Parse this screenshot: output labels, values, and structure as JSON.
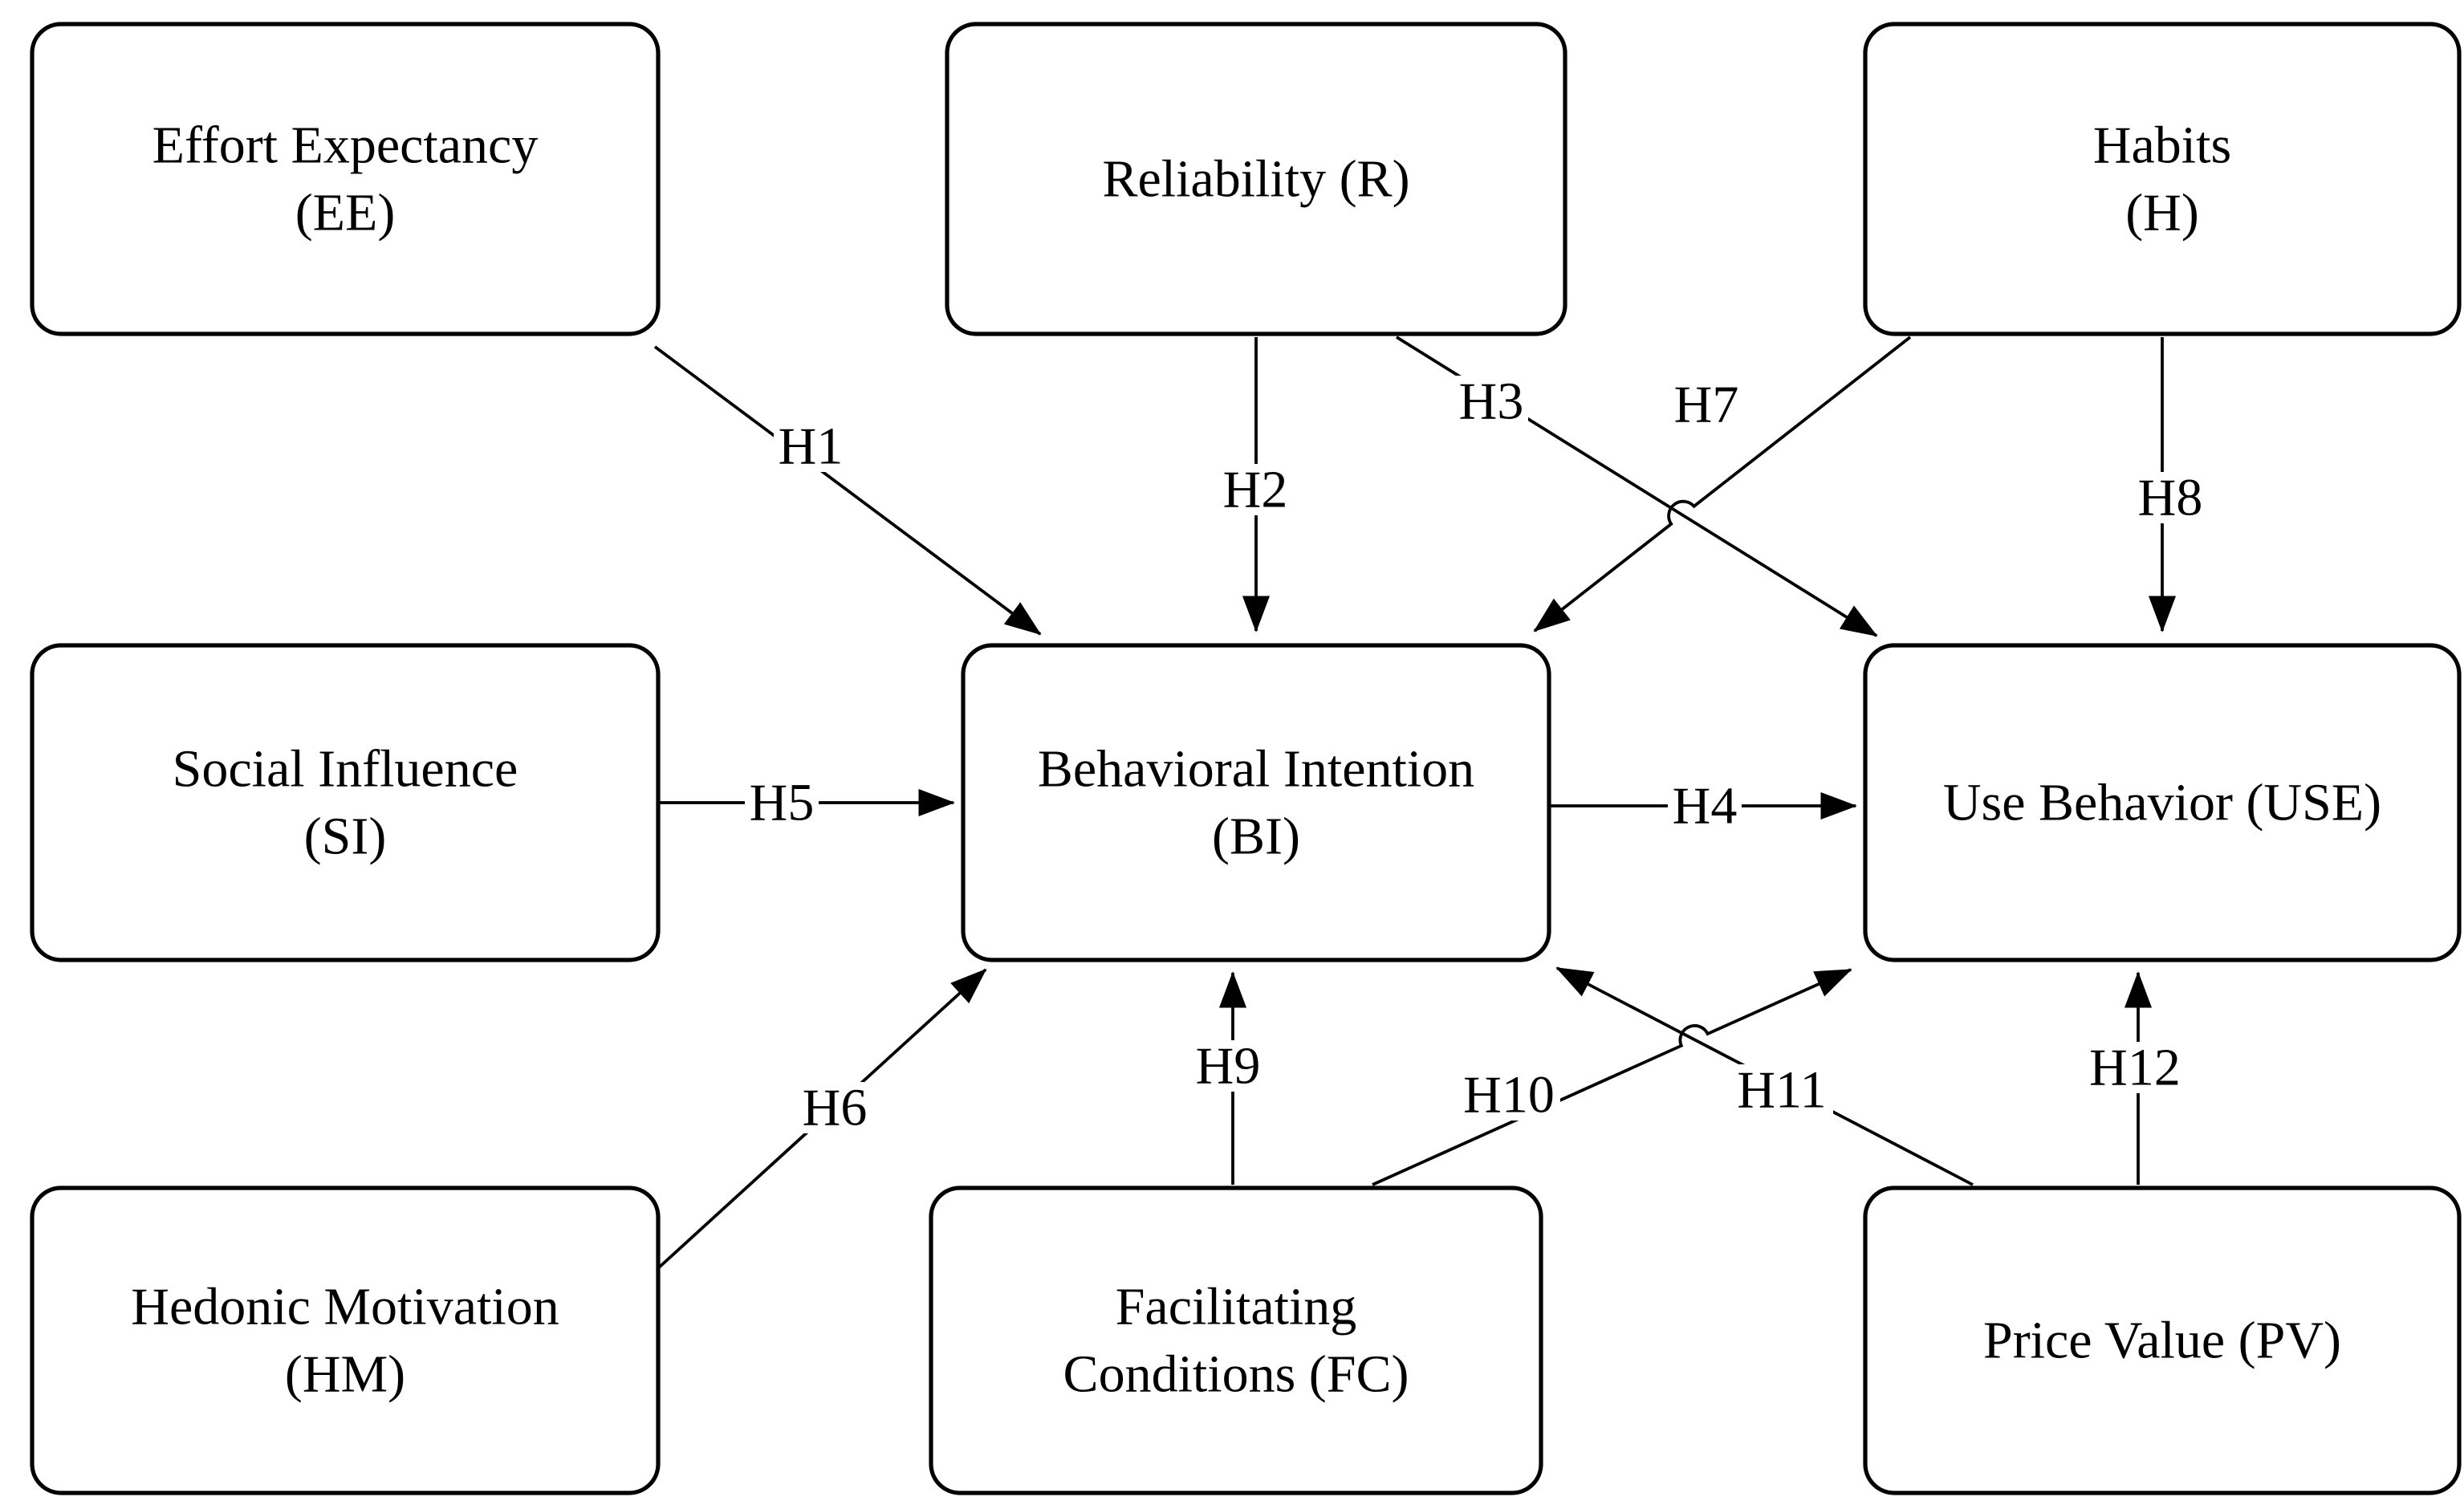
{
  "figure": {
    "type": "path-model-diagram",
    "colors": {
      "line": "#000000",
      "background": "#ffffff",
      "text": "#000000"
    },
    "boxes": [
      {
        "id": "EE",
        "lines": [
          "Effort Expectancy",
          "(EE)"
        ]
      },
      {
        "id": "R",
        "lines": [
          "Reliability (R)"
        ]
      },
      {
        "id": "H",
        "lines": [
          "Habits",
          "(H)"
        ]
      },
      {
        "id": "SI",
        "lines": [
          "Social Influence",
          "(SI)"
        ]
      },
      {
        "id": "BI",
        "lines": [
          "Behavioral Intention",
          "(BI)"
        ]
      },
      {
        "id": "USE",
        "lines": [
          "Use Behavior (USE)"
        ]
      },
      {
        "id": "HM",
        "lines": [
          "Hedonic Motivation",
          "(HM)"
        ]
      },
      {
        "id": "FC",
        "lines": [
          "Facilitating",
          "Conditions (FC)"
        ]
      },
      {
        "id": "PV",
        "lines": [
          "Price Value (PV)"
        ]
      }
    ],
    "arrows": [
      {
        "label": "H1",
        "from": "EE",
        "to": "BI"
      },
      {
        "label": "H2",
        "from": "R",
        "to": "BI"
      },
      {
        "label": "H3",
        "from": "R",
        "to": "USE"
      },
      {
        "label": "H4",
        "from": "BI",
        "to": "USE"
      },
      {
        "label": "H5",
        "from": "SI",
        "to": "BI"
      },
      {
        "label": "H6",
        "from": "HM",
        "to": "BI"
      },
      {
        "label": "H7",
        "from": "H",
        "to": "BI"
      },
      {
        "label": "H8",
        "from": "H",
        "to": "USE"
      },
      {
        "label": "H9",
        "from": "FC",
        "to": "BI"
      },
      {
        "label": "H10",
        "from": "FC",
        "to": "USE"
      },
      {
        "label": "H11",
        "from": "PV",
        "to": "BI"
      },
      {
        "label": "H12",
        "from": "PV",
        "to": "USE"
      }
    ]
  }
}
